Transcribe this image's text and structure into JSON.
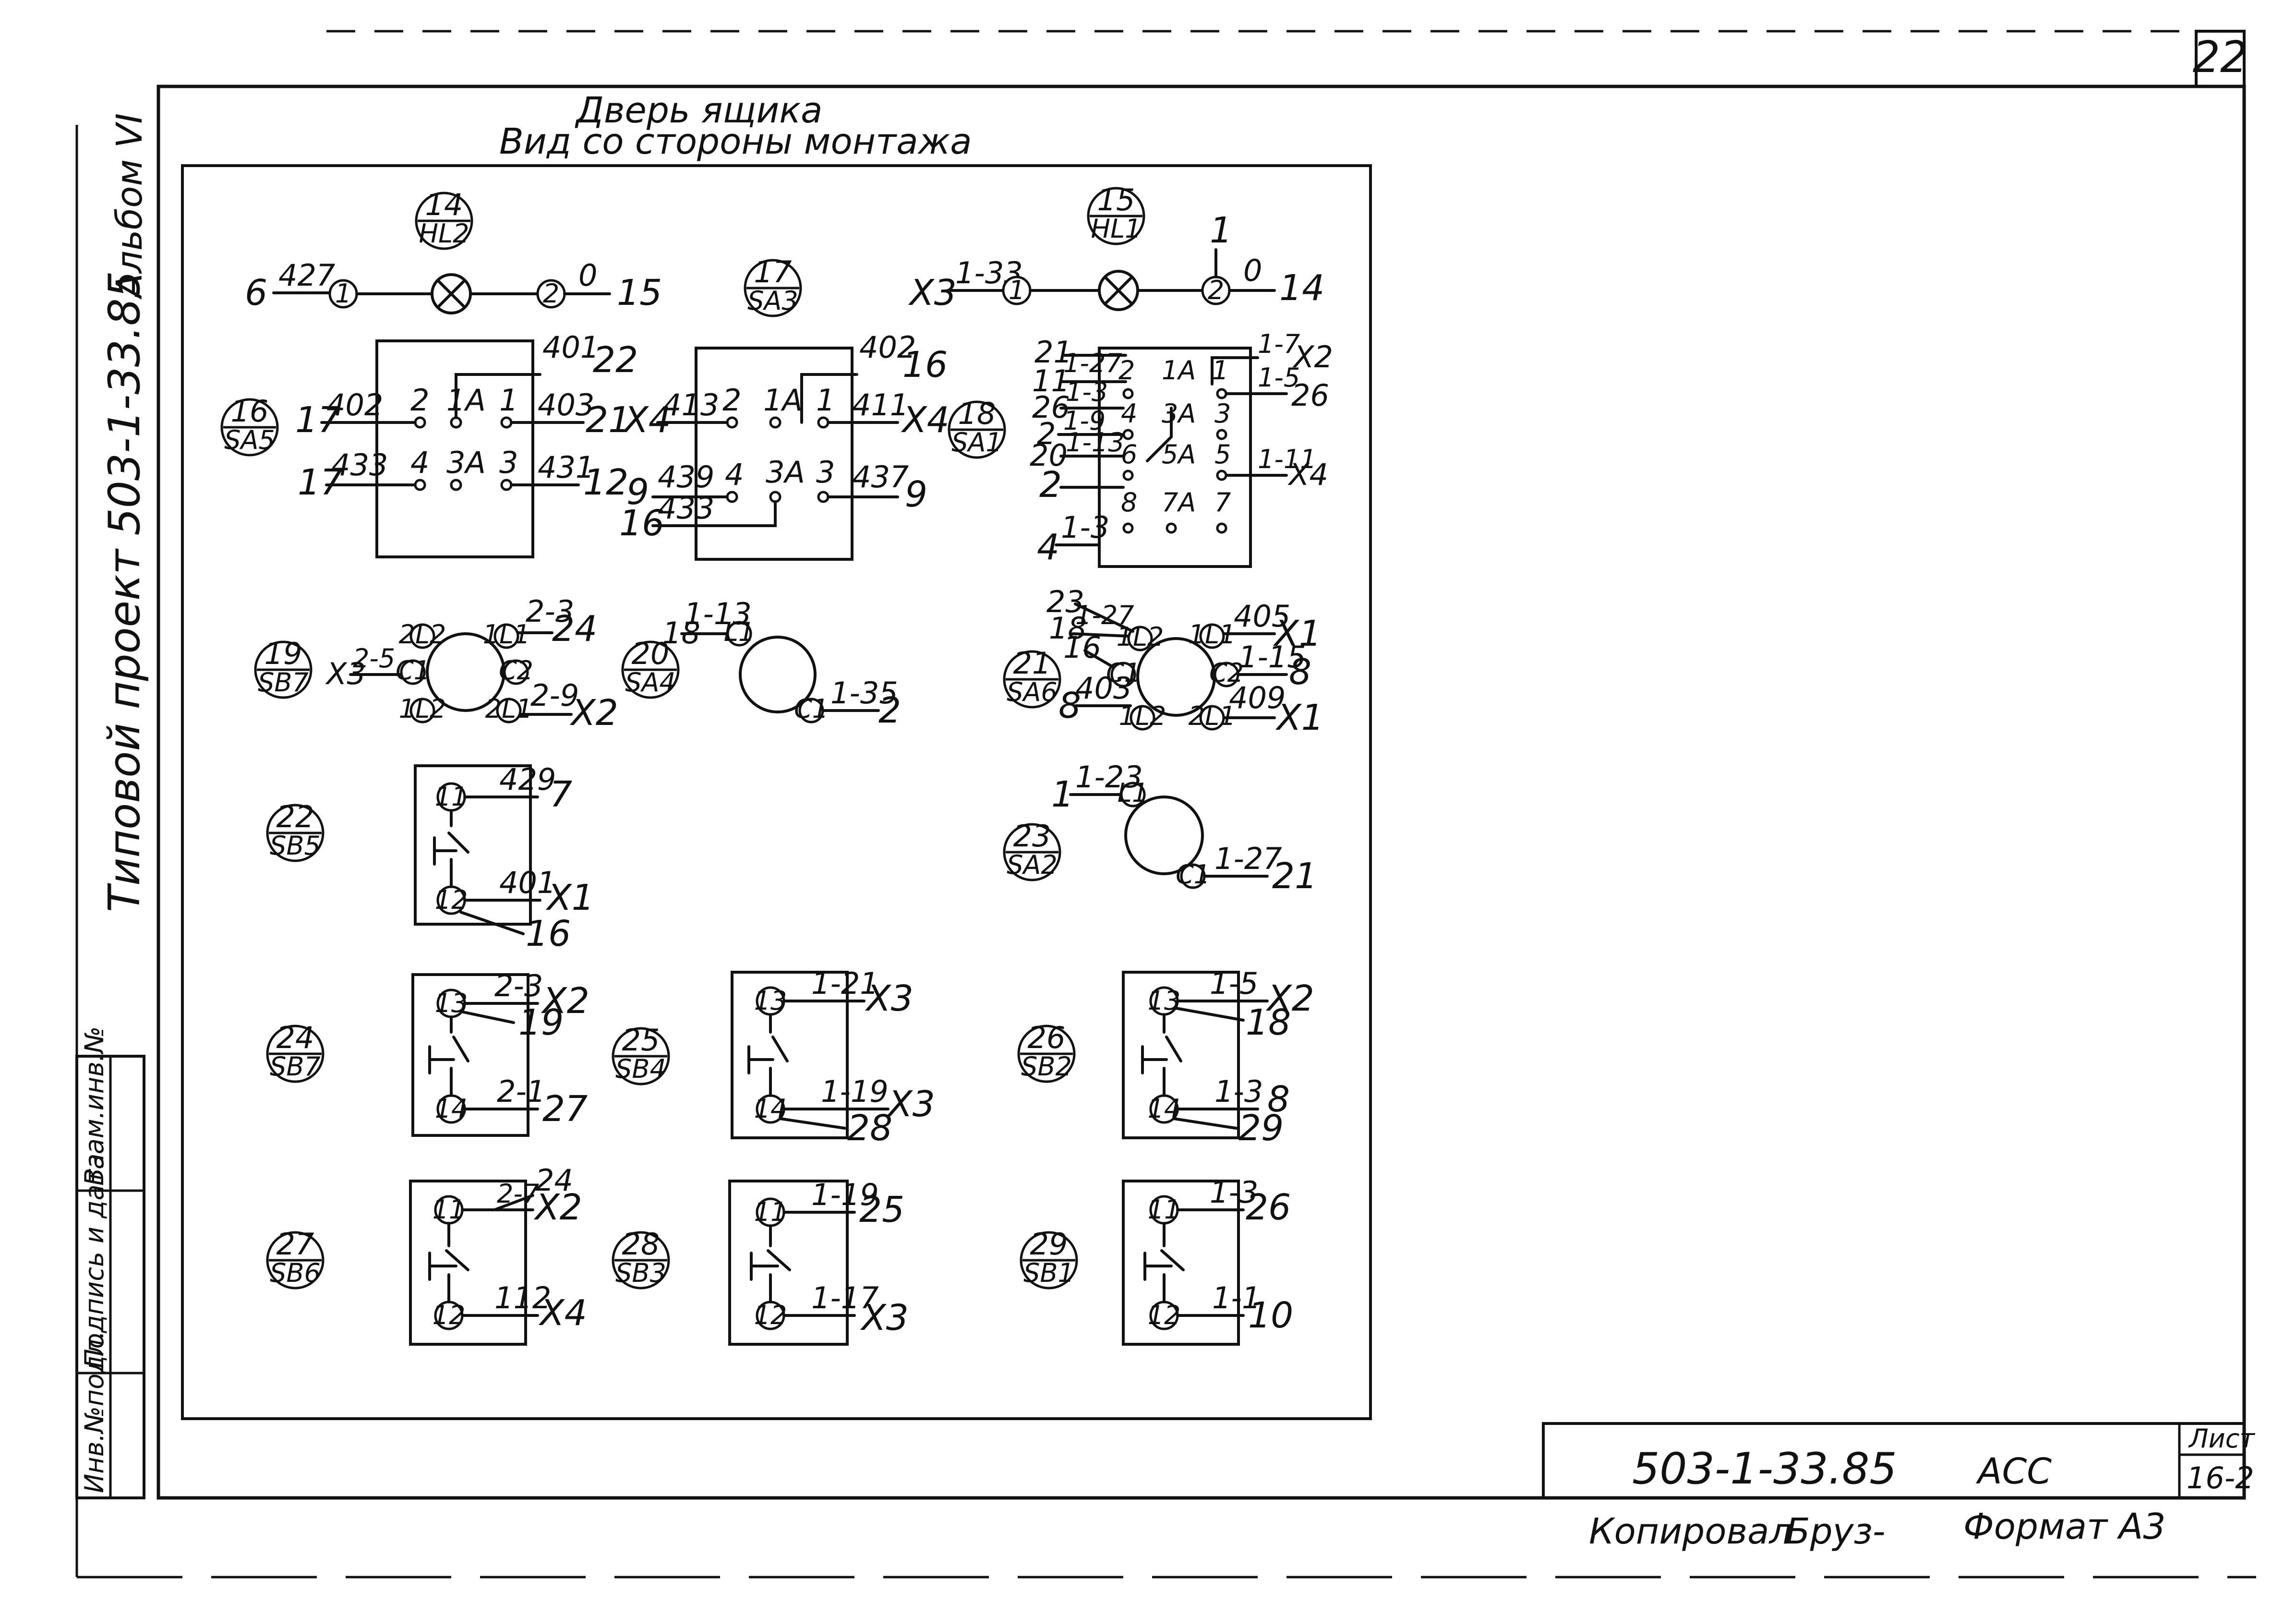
{
  "sheet": {
    "page_number": "22",
    "title_line1": "Дверь ящика",
    "title_line2": "Вид со стороны монтажа",
    "project_label": "Типовой проект 503-1-33.85",
    "album_label": "Альбом VI",
    "stamp_labels": [
      "Инв.№подл.",
      "Подпись и дата",
      "Взам.инв.№"
    ],
    "doc_code": "503-1-33.85",
    "doc_mark": "АСС",
    "sheet_head": "Лист",
    "sheet_num": "16-2",
    "copied_label": "Копировал",
    "copied_sign": "Бруз-",
    "format_label": "Формат А3"
  },
  "diagram": {
    "lamps": [
      {
        "pos": "14",
        "device": "HL2",
        "left_end": "6",
        "left_wire": "427",
        "left_term": "1",
        "right_term": "2",
        "right_wire": "0",
        "right_end": "15"
      },
      {
        "pos": "15",
        "device": "HL1",
        "left_end": "X3",
        "left_wire": "1-33",
        "left_term": "1",
        "right_term": "2",
        "right_wire": "0",
        "right_end": "14",
        "top_end": "1"
      }
    ],
    "switches": [
      {
        "pos": "16",
        "device": "SA5",
        "contacts": [
          "2",
          "1А",
          "1",
          "4",
          "3А",
          "3"
        ],
        "wires": [
          "402",
          "401",
          "403",
          "433",
          "431"
        ],
        "ends": [
          "17",
          "22",
          "21",
          "17",
          "12"
        ]
      },
      {
        "pos": "17",
        "device": "SA3",
        "contacts": [
          "2",
          "1А",
          "1",
          "4",
          "3А",
          "3"
        ],
        "wires": [
          "413",
          "402",
          "411",
          "439",
          "433",
          "437"
        ],
        "ends": [
          "X4",
          "16",
          "X4",
          "9",
          "16",
          "9"
        ]
      },
      {
        "pos": "18",
        "device": "SA1",
        "contacts": [
          "2",
          "1А",
          "1",
          "4",
          "3А",
          "3",
          "6",
          "5А",
          "5",
          "8",
          "7А",
          "7"
        ],
        "wires": [
          "1-27",
          "1-3",
          "1-9",
          "1-13",
          "1-3",
          "1-7",
          "1-5",
          "1-11"
        ],
        "ends": [
          "21",
          "11",
          "26",
          "2",
          "20",
          "2",
          "4",
          "X2",
          "26",
          "X4"
        ]
      }
    ],
    "rotary": [
      {
        "pos": "19",
        "device": "SB7",
        "terms": [
          "2L2",
          "1L1",
          "C1",
          "C2",
          "1L2",
          "2L1"
        ],
        "wires": [
          "2-3",
          "2-5",
          "2-9"
        ],
        "ends": [
          "24",
          "X3",
          "X2"
        ]
      },
      {
        "pos": "20",
        "device": "SA4",
        "terms": [
          "L1",
          "C1"
        ],
        "wires": [
          "1-13",
          "1-35"
        ],
        "ends": [
          "18",
          "2"
        ]
      },
      {
        "pos": "21",
        "device": "SA6",
        "terms": [
          "1L2",
          "1L1",
          "C1",
          "C2",
          "1L2",
          "2L1"
        ],
        "wires": [
          "1-27",
          "405",
          "403",
          "1-15",
          "409"
        ],
        "ends": [
          "23",
          "18",
          "16",
          "X1",
          "8",
          "8",
          "X1"
        ]
      },
      {
        "pos": "23",
        "device": "SA2",
        "terms": [
          "L1",
          "C1"
        ],
        "wires": [
          "1-23",
          "1-27"
        ],
        "ends": [
          "1",
          "21"
        ]
      }
    ],
    "buttons": [
      {
        "pos": "22",
        "device": "SB5",
        "t1": "11",
        "t2": "12",
        "w1": "429",
        "e1": "7",
        "w2": "401",
        "e2": "X1",
        "e3": "16"
      },
      {
        "pos": "24",
        "device": "SB7",
        "t1": "13",
        "t2": "14",
        "w1": "2-3",
        "e1": "X2",
        "e1b": "19",
        "w2": "2-1",
        "e2": "27"
      },
      {
        "pos": "25",
        "device": "SB4",
        "t1": "13",
        "t2": "14",
        "w1": "1-21",
        "e1": "X3",
        "w2": "1-19",
        "e2": "X3",
        "e3": "28"
      },
      {
        "pos": "26",
        "device": "SB2",
        "t1": "13",
        "t2": "14",
        "w1": "1-5",
        "e1": "X2",
        "e1b": "18",
        "w2": "1-3",
        "e2": "8",
        "e3": "29"
      },
      {
        "pos": "27",
        "device": "SB6",
        "t1": "11",
        "t2": "12",
        "w1": "2-7",
        "e1": "X2",
        "e1b": "24",
        "w2": "112",
        "e2": "X4"
      },
      {
        "pos": "28",
        "device": "SB3",
        "t1": "11",
        "t2": "12",
        "w1": "1-19",
        "e1": "25",
        "w2": "1-17",
        "e2": "X3"
      },
      {
        "pos": "29",
        "device": "SB1",
        "t1": "11",
        "t2": "12",
        "w1": "1-3",
        "e1": "26",
        "w2": "1-1",
        "e2": "10"
      }
    ]
  }
}
